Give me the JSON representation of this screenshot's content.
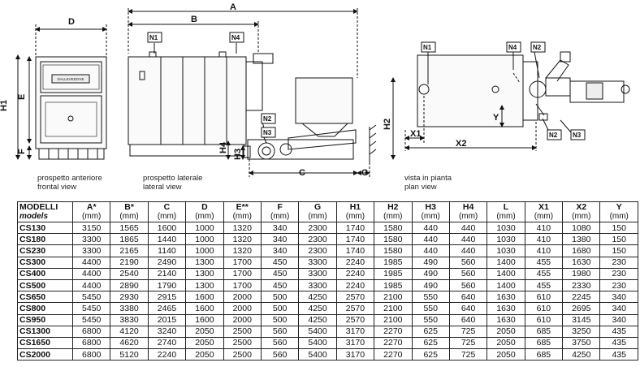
{
  "dimension_letters": {
    "A": "A",
    "B": "B",
    "C": "C",
    "D": "D",
    "E": "E",
    "F": "F",
    "G": "G",
    "H1": "H1",
    "H2": "H2",
    "H3": "H3",
    "H4": "H4",
    "X1": "X1",
    "X2": "X2",
    "Y": "Y"
  },
  "nozzle_tags": {
    "N1": "N1",
    "N2": "N2",
    "N3": "N3",
    "N4": "N4"
  },
  "brand_plate": "DALLEVEDOVE",
  "captions": {
    "front_it": "prospetto anteriore",
    "front_en": "frontal view",
    "side_it": "prospetto laterale",
    "side_en": "lateral view",
    "plan_it": "vista in pianta",
    "plan_en": "plan view"
  },
  "table": {
    "model_header": "MODELLI",
    "model_header_sub": "models",
    "columns": [
      {
        "label": "A*",
        "unit": "(mm)"
      },
      {
        "label": "B*",
        "unit": "(mm)"
      },
      {
        "label": "C",
        "unit": "(mm)"
      },
      {
        "label": "D",
        "unit": "(mm)"
      },
      {
        "label": "E**",
        "unit": "(mm)"
      },
      {
        "label": "F",
        "unit": "(mm)"
      },
      {
        "label": "G",
        "unit": "(mm)"
      },
      {
        "label": "H1",
        "unit": "(mm)"
      },
      {
        "label": "H2",
        "unit": "(mm)"
      },
      {
        "label": "H3",
        "unit": "(mm)"
      },
      {
        "label": "H4",
        "unit": "(mm)"
      },
      {
        "label": "L",
        "unit": "(mm)"
      },
      {
        "label": "X1",
        "unit": "(mm)"
      },
      {
        "label": "X2",
        "unit": "(mm)"
      },
      {
        "label": "Y",
        "unit": "(mm)"
      }
    ],
    "rows": [
      [
        "CS130",
        "3150",
        "1565",
        "1600",
        "1000",
        "1320",
        "340",
        "2300",
        "1740",
        "1580",
        "440",
        "440",
        "1030",
        "410",
        "1080",
        "150"
      ],
      [
        "CS180",
        "3300",
        "1865",
        "1440",
        "1000",
        "1320",
        "340",
        "2300",
        "1740",
        "1580",
        "440",
        "440",
        "1030",
        "410",
        "1380",
        "150"
      ],
      [
        "CS230",
        "3300",
        "2165",
        "1140",
        "1000",
        "1320",
        "340",
        "2300",
        "1740",
        "1580",
        "440",
        "440",
        "1030",
        "410",
        "1680",
        "150"
      ],
      [
        "CS300",
        "4400",
        "2190",
        "2490",
        "1300",
        "1700",
        "450",
        "3300",
        "2240",
        "1985",
        "490",
        "560",
        "1400",
        "455",
        "1630",
        "230"
      ],
      [
        "CS400",
        "4400",
        "2540",
        "2140",
        "1300",
        "1700",
        "450",
        "3300",
        "2240",
        "1985",
        "490",
        "560",
        "1400",
        "455",
        "1980",
        "230"
      ],
      [
        "CS500",
        "4400",
        "2890",
        "1790",
        "1300",
        "1700",
        "450",
        "3300",
        "2240",
        "1985",
        "490",
        "560",
        "1400",
        "455",
        "2330",
        "230"
      ],
      [
        "CS650",
        "5450",
        "2930",
        "2915",
        "1600",
        "2000",
        "500",
        "4250",
        "2570",
        "2100",
        "550",
        "640",
        "1630",
        "610",
        "2245",
        "340"
      ],
      [
        "CS800",
        "5450",
        "3380",
        "2465",
        "1600",
        "2000",
        "500",
        "4250",
        "2570",
        "2100",
        "550",
        "640",
        "1630",
        "610",
        "2695",
        "340"
      ],
      [
        "CS950",
        "5450",
        "3830",
        "2015",
        "1600",
        "2000",
        "500",
        "4250",
        "2570",
        "2100",
        "550",
        "640",
        "1630",
        "610",
        "3145",
        "340"
      ],
      [
        "CS1300",
        "6800",
        "4120",
        "3240",
        "2050",
        "2500",
        "560",
        "5400",
        "3170",
        "2270",
        "625",
        "725",
        "2050",
        "685",
        "3250",
        "435"
      ],
      [
        "CS1650",
        "6800",
        "4620",
        "2740",
        "2050",
        "2500",
        "560",
        "5400",
        "3170",
        "2270",
        "625",
        "725",
        "2050",
        "685",
        "3750",
        "435"
      ],
      [
        "CS2000",
        "6800",
        "5120",
        "2240",
        "2050",
        "2500",
        "560",
        "5400",
        "3170",
        "2270",
        "625",
        "725",
        "2050",
        "685",
        "4250",
        "435"
      ]
    ]
  }
}
